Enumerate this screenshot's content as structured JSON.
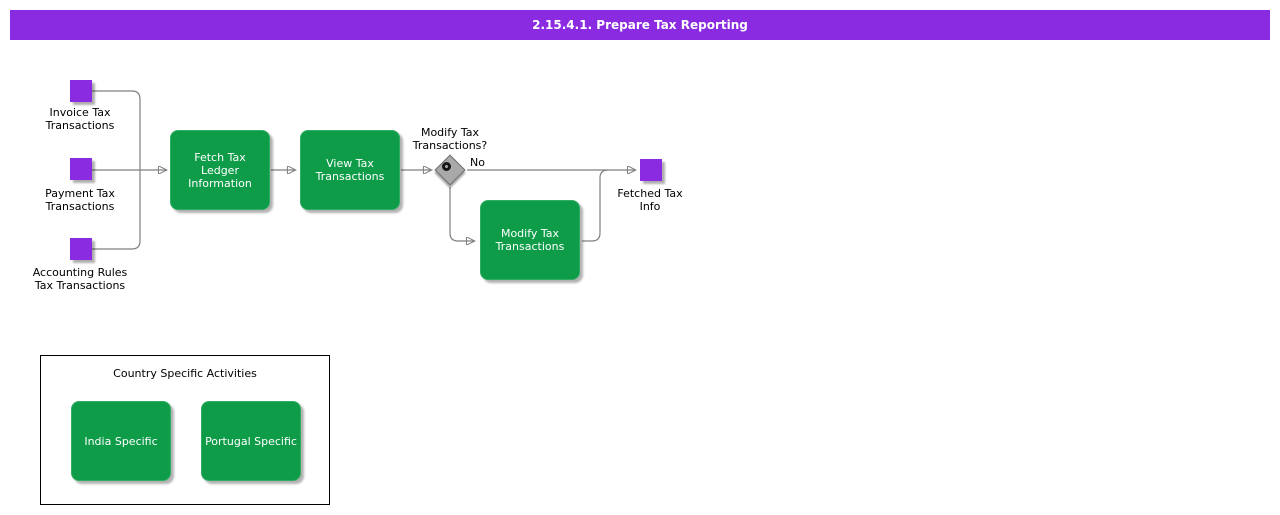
{
  "header": {
    "title": "2.15.4.1. Prepare Tax Reporting"
  },
  "colors": {
    "banner_purple": "#8A2BE2",
    "data_object_purple": "#8A2BE2",
    "task_green": "#0E9C49",
    "connector_gray": "#7f7f7f",
    "gateway_gray": "#A9A9A9"
  },
  "flow": {
    "inputs": [
      {
        "label": "Invoice Tax Transactions"
      },
      {
        "label": "Payment Tax Transactions"
      },
      {
        "label": "Accounting Rules Tax Transactions"
      }
    ],
    "tasks": {
      "fetch": {
        "label": "Fetch Tax Ledger Information"
      },
      "view": {
        "label": "View Tax Transactions"
      },
      "modify": {
        "label": "Modify Tax Transactions"
      }
    },
    "decision": {
      "question": "Modify Tax Transactions?",
      "no_label": "No"
    },
    "output": {
      "label": "Fetched Tax Info"
    }
  },
  "country_box": {
    "title": "Country Specific Activities",
    "activities": [
      {
        "label": "India Specific"
      },
      {
        "label": "Portugal Specific"
      }
    ]
  }
}
